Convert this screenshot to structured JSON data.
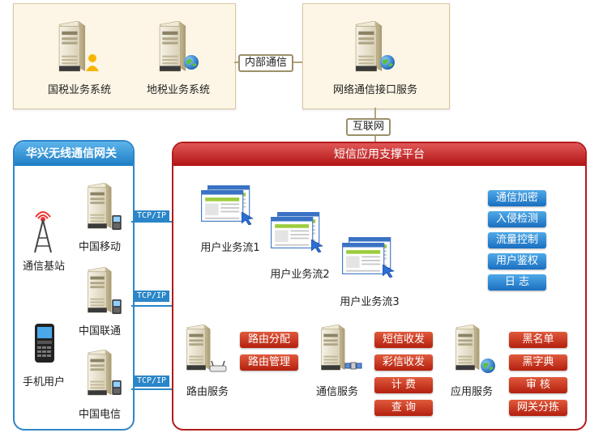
{
  "top": {
    "guoshui": "国税业务系统",
    "dishui": "地税业务系统",
    "internal_comm": "内部通信",
    "network_service": "网络通信接口服务",
    "internet": "互联网"
  },
  "gateway": {
    "title": "华兴无线通信网关",
    "base_station": "通信基站",
    "phone_user": "手机用户",
    "carriers": [
      "中国移动",
      "中国联通",
      "中国电信"
    ],
    "tcp": "TCP/IP"
  },
  "platform": {
    "title": "短信应用支撑平台",
    "flows": [
      "用户业务流1",
      "用户业务流2",
      "用户业务流3"
    ],
    "security": [
      "通信加密",
      "入侵检测",
      "流量控制",
      "用户鉴权",
      "日 志"
    ],
    "routing": {
      "label": "路由服务",
      "items": [
        "路由分配",
        "路由管理"
      ]
    },
    "comm": {
      "label": "通信服务",
      "items": [
        "短信收发",
        "彩信收发",
        "计 费",
        "查 询"
      ]
    },
    "app": {
      "label": "应用服务",
      "items": [
        "黑名单",
        "黑字典",
        "审 核",
        "网关分拣"
      ]
    }
  },
  "colors": {
    "gateway_blue": "#2f86c8",
    "platform_red": "#b31b1b",
    "panel_beige": "#fdf6e6"
  }
}
